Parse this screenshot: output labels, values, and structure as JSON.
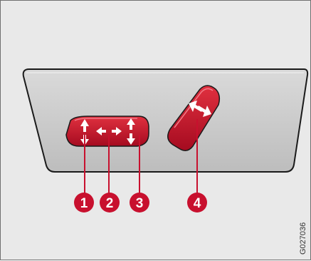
{
  "callouts": [
    {
      "number": "1"
    },
    {
      "number": "2"
    },
    {
      "number": "3"
    },
    {
      "number": "4"
    }
  ],
  "image_code": "G027036",
  "colors": {
    "background": "#e9e9e9",
    "panel": "#c9c9c9",
    "button": "#c8102e",
    "callout": "#c8102e",
    "outline": "#1a1a1a"
  },
  "icons": [
    "up-down-arrow-icon",
    "left-right-arrow-icon",
    "up-down-arrow-icon",
    "diagonal-double-arrow-icon"
  ]
}
